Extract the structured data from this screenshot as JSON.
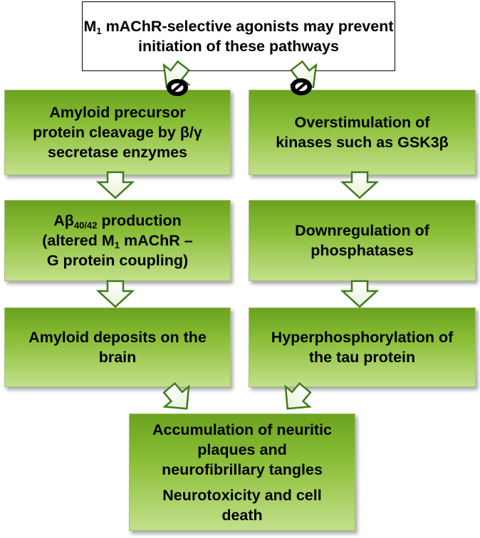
{
  "top_box": {
    "line1_pre": "M",
    "line1_sub": "1",
    "line1_post": " mAChR-selective agonists",
    "line2": "may prevent initiation of these",
    "line3": "pathways"
  },
  "left": {
    "box1": {
      "line1": "Amyloid precursor",
      "line2": "protein cleavage by β/γ",
      "line3": "secretase enzymes"
    },
    "box2": {
      "line1_pre": "Aβ",
      "line1_sub": "40/42",
      "line1_post": " production",
      "line2_pre": "(altered M",
      "line2_sub": "1",
      "line2_post": " mAChR –",
      "line3": "G protein coupling)"
    },
    "box3": {
      "line1": "Amyloid deposits on the",
      "line2": "brain"
    }
  },
  "right": {
    "box1": {
      "line1": "Overstimulation of",
      "line2": "kinases such as GSK3β"
    },
    "box2": {
      "line1": "Downregulation of",
      "line2": "phosphatases"
    },
    "box3": {
      "line1": "Hyperphosphorylation of",
      "line2": "the tau protein"
    }
  },
  "bottom_box": {
    "line1": "Accumulation of neuritic",
    "line2": "plaques and",
    "line3": "neurofibrillary tangles",
    "line4": "Neurotoxicity and cell",
    "line5": "death"
  },
  "colors": {
    "box_dark": "#6ba21f",
    "box_light": "#c3e08a",
    "arrow_outline": "#3f7b1b",
    "inhibit_icon": "#000000"
  },
  "icons": [
    "down-arrow-icon",
    "no-entry-icon"
  ]
}
